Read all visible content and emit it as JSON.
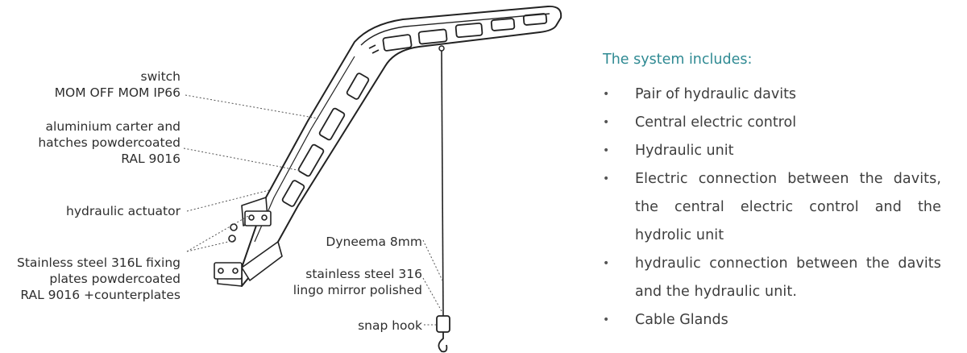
{
  "callouts": {
    "switch": [
      "switch",
      "MOM OFF MOM IP66"
    ],
    "carter": [
      "aluminium carter and",
      "hatches powdercoated",
      "RAL 9016"
    ],
    "actuator": [
      "hydraulic actuator"
    ],
    "plates": [
      "Stainless steel 316L fixing",
      "plates powdercoated",
      "RAL 9016 +counterplates"
    ],
    "dyneema": [
      "Dyneema 8mm"
    ],
    "steel": [
      "stainless steel 316",
      "lingo mirror polished"
    ],
    "hook": [
      "snap hook"
    ]
  },
  "system": {
    "title": "The system includes:",
    "bullet": "•",
    "items": [
      "Pair of hydraulic davits",
      "Central electric control",
      "Hydraulic unit",
      "Electric connection between the davits, the central electric control and the hydrolic unit",
      "hydraulic connection between the davits and the hydraulic unit.",
      "Cable Glands"
    ]
  },
  "colors": {
    "accent": "#2f8a93",
    "text": "#3a3a3a",
    "line": "#222222"
  }
}
